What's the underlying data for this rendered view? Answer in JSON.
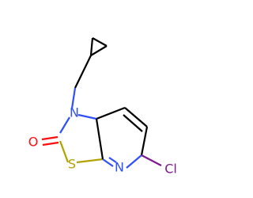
{
  "atoms": {
    "nitrogen_ring5": {
      "symbol": "N",
      "color": "#3050f8"
    },
    "oxygen": {
      "symbol": "O",
      "color": "#ff0d0d"
    },
    "sulfur": {
      "symbol": "S",
      "color": "#b2a200"
    },
    "nitrogen_pyridine": {
      "symbol": "N",
      "color": "#3050f8"
    },
    "chlorine": {
      "symbol": "Cl",
      "color": "#7d1a8c"
    }
  }
}
